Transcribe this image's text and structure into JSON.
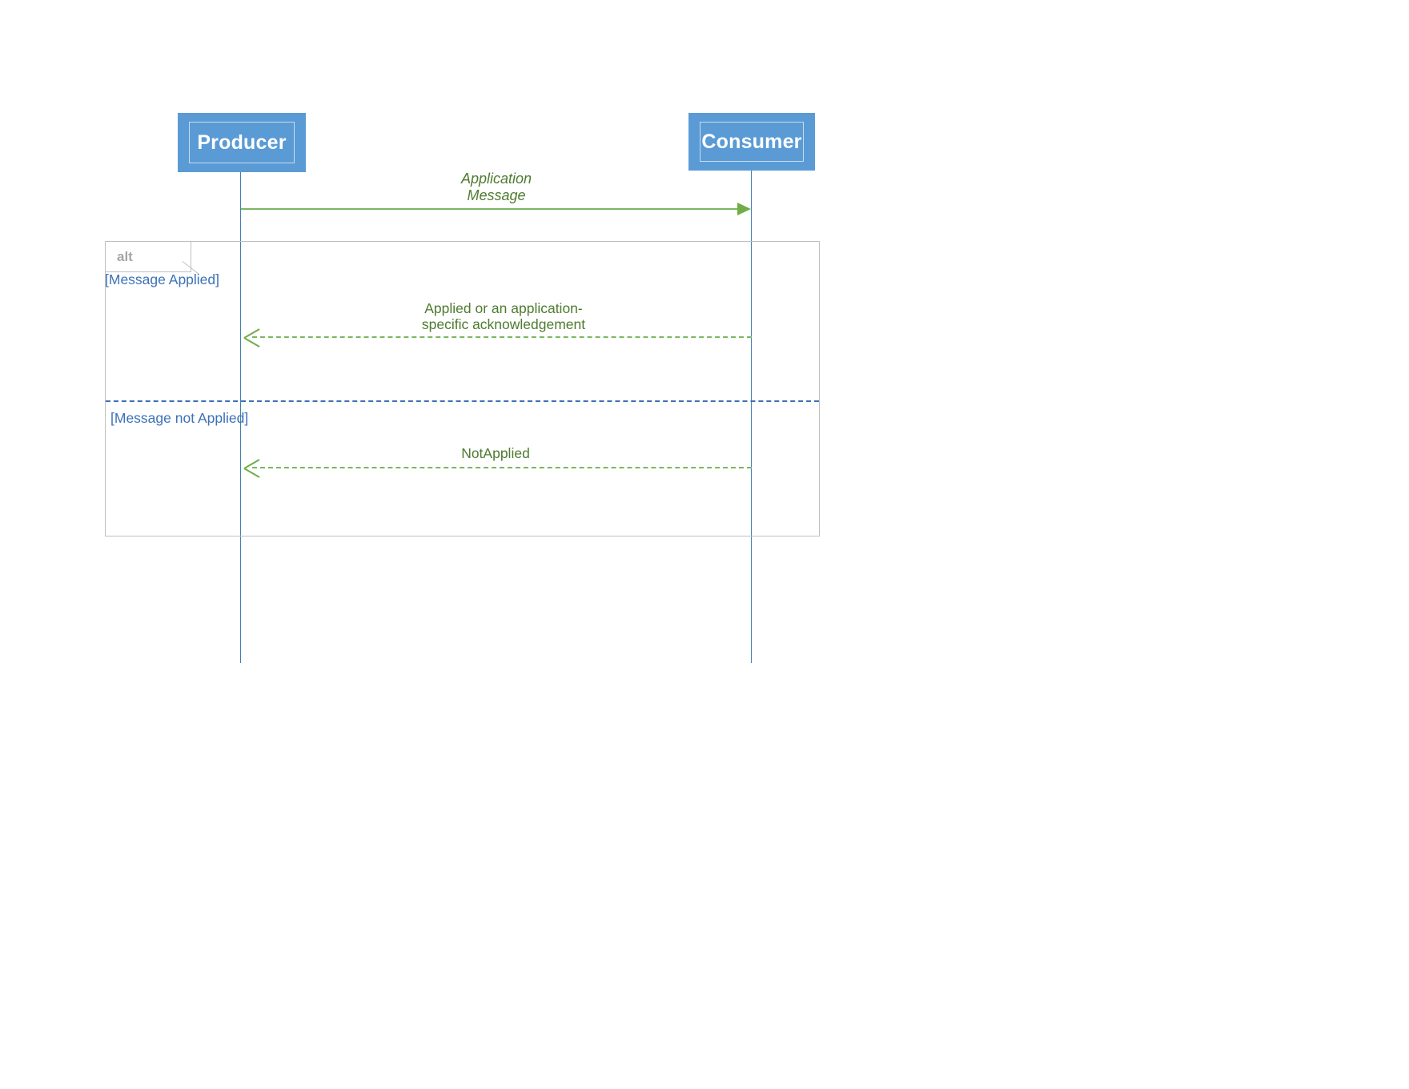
{
  "diagram": {
    "type": "uml-sequence-diagram",
    "title": "Application Message acknowledgement sequence",
    "colors": {
      "participant_fill": "#5b9bd5",
      "participant_text": "#ffffff",
      "lifeline": "#3f7fb5",
      "message": "#70ad47",
      "message_text": "#4e7a2f",
      "fragment_border": "#bfbfbf",
      "fragment_operator_text": "#a6a6a6",
      "guard_text": "#3d71b8",
      "divider": "#3d71b8"
    }
  },
  "participants": [
    {
      "id": "producer",
      "label": "Producer"
    },
    {
      "id": "consumer",
      "label": "Consumer"
    }
  ],
  "messages": [
    {
      "id": "application-message",
      "label": "Application\nMessage",
      "from": "producer",
      "to": "consumer",
      "style": "solid",
      "arrow": "filled",
      "italic": true
    },
    {
      "id": "applied-ack",
      "label": "Applied or an application-\nspecific acknowledgement",
      "from": "consumer",
      "to": "producer",
      "style": "dashed",
      "arrow": "open",
      "italic": false
    },
    {
      "id": "not-applied",
      "label": "NotApplied",
      "from": "consumer",
      "to": "producer",
      "style": "dashed",
      "arrow": "open",
      "italic": false
    }
  ],
  "fragment": {
    "operator": "alt",
    "operands": [
      {
        "id": "message-applied",
        "guard": "[Message Applied]"
      },
      {
        "id": "message-not-applied",
        "guard": "[Message not Applied]"
      }
    ]
  }
}
